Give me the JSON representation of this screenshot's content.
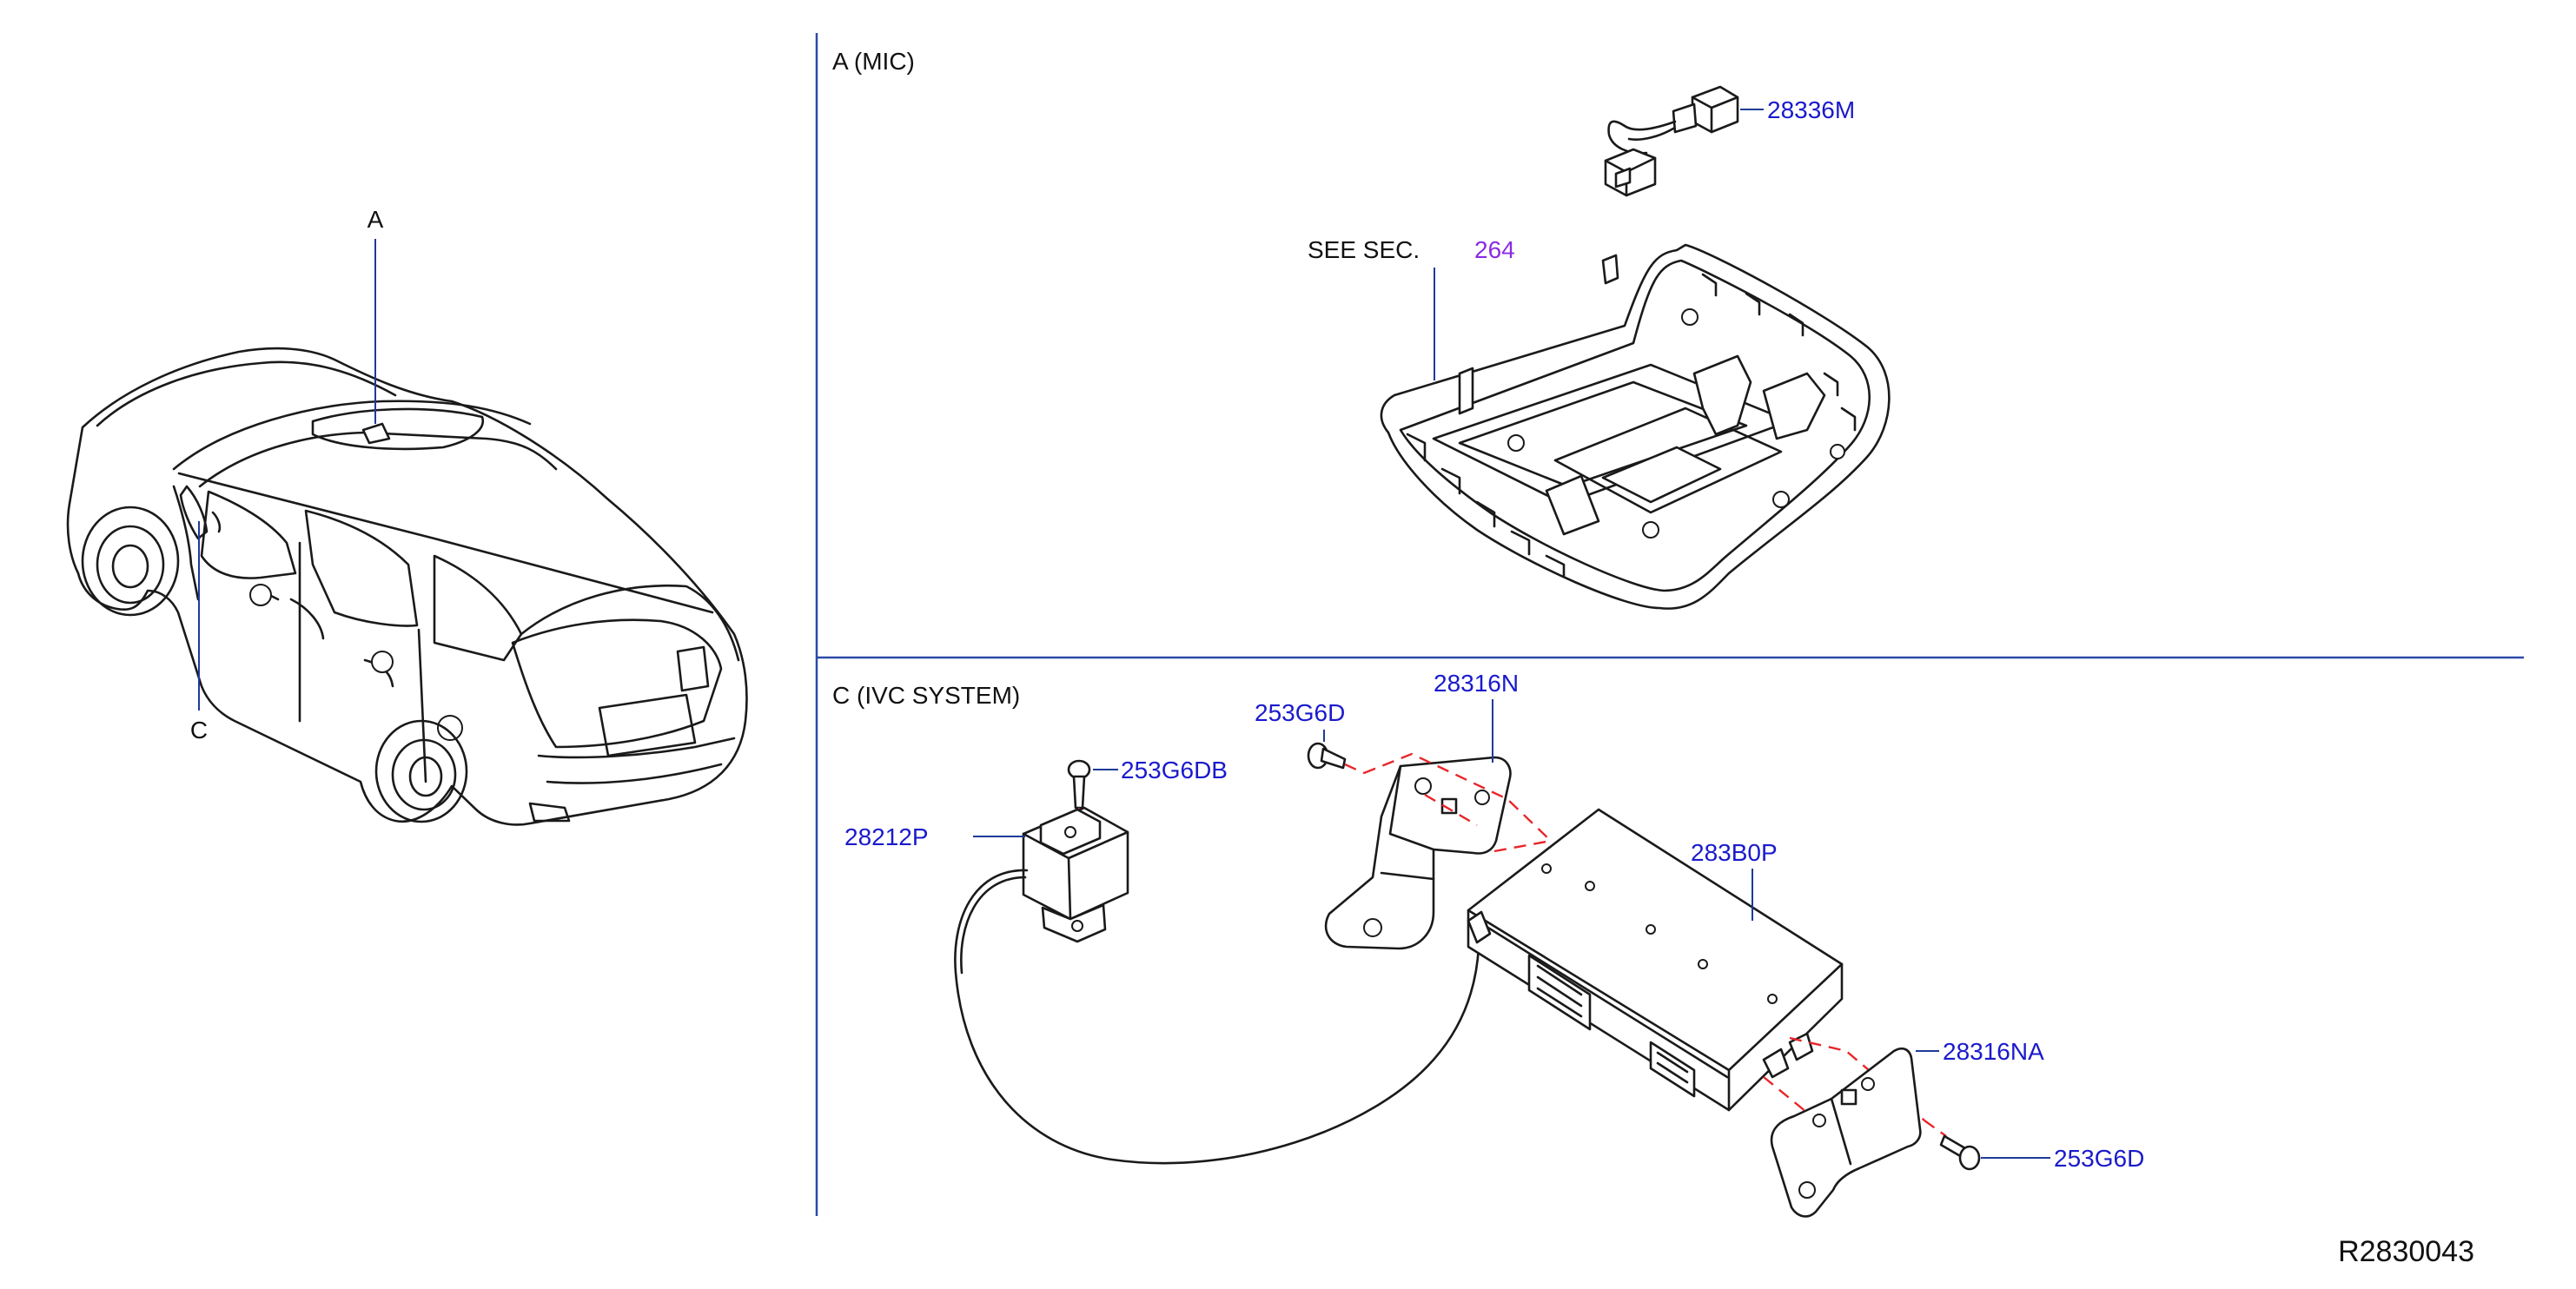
{
  "views": {
    "vehicle": {
      "callout_a": "A",
      "callout_c": "C"
    },
    "mic": {
      "title": "A  (MIC)",
      "see_sec_label": "SEE   SEC.",
      "see_sec_number": "264",
      "parts": {
        "harness": "28336M"
      }
    },
    "ivc": {
      "title": "C (IVC   SYSTEM)",
      "parts": {
        "screw_camera": "253G6DB",
        "camera": "28212P",
        "screw_bracket_top": "253G6D",
        "bracket_top": "28316N",
        "control_unit": "283B0P",
        "bracket_bottom": "28316NA",
        "screw_bracket_bottom": "253G6D"
      }
    }
  },
  "diagram_id": "R2830043",
  "colors": {
    "frame_line": "#2b4aa8",
    "part_number_text": "#1a1acc",
    "section_reference_text": "#8a2be2",
    "alignment_dash": "#e8262a"
  }
}
